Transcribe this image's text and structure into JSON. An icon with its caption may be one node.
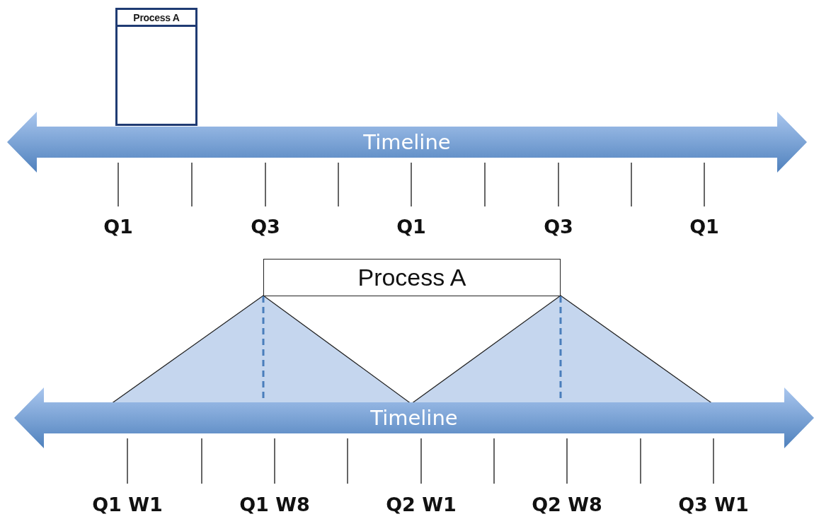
{
  "diagram": {
    "nodes": [
      {
        "text": [
          "Process A"
        ]
      },
      {
        "text": [
          "Timeline"
        ]
      },
      {
        "text": [
          "Process A"
        ]
      },
      {
        "text": [
          "Timeline"
        ]
      }
    ],
    "edges": [
      {
        "from": 2,
        "to": 3,
        "arrow": "none",
        "style": "dashed"
      },
      {
        "from": 2,
        "to": 3,
        "arrow": "none",
        "style": "dashed"
      }
    ],
    "labels": [
      "Q1",
      "Q3",
      "Q1",
      "Q3",
      "Q1",
      "Q1 W1",
      "Q1 W8",
      "Q2 W1",
      "Q2 W8",
      "Q3 W1"
    ]
  }
}
